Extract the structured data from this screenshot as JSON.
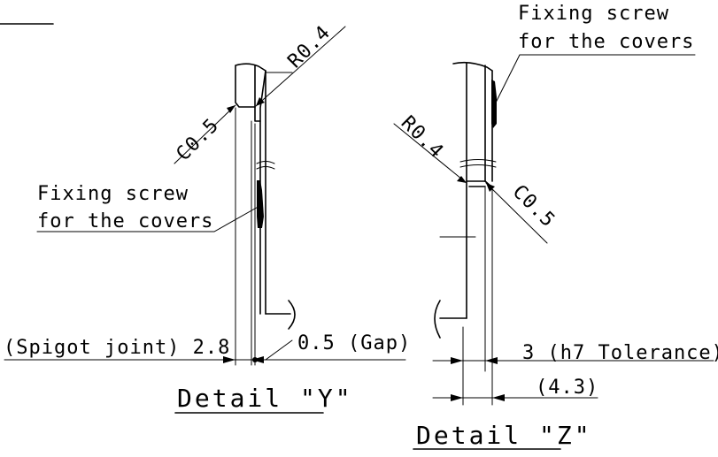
{
  "detail_y": {
    "title": "Detail \"Y\"",
    "chamfer": "C0.5",
    "radius": "R0.4",
    "screw_label_line1": "Fixing screw",
    "screw_label_line2": "for the covers",
    "spigot_dim": "(Spigot joint) 2.8",
    "gap_dim": "0.5 (Gap)"
  },
  "detail_z": {
    "title": "Detail \"Z\"",
    "chamfer": "C0.5",
    "radius": "R0.4",
    "screw_label_line1": "Fixing screw",
    "screw_label_line2": "for the covers",
    "tolerance_dim": "3 (h7 Tolerance)",
    "overall_dim": "(4.3)"
  }
}
